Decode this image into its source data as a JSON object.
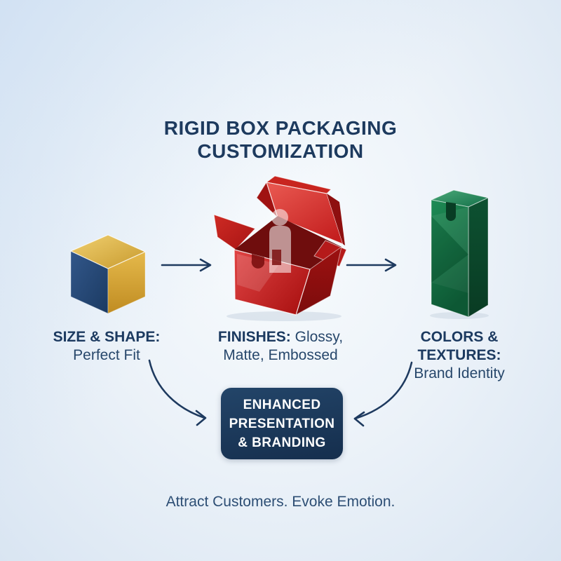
{
  "title": {
    "line1": "RIGID BOX PACKAGING",
    "line2": "CUSTOMIZATION"
  },
  "steps": [
    {
      "icon": "gold-navy-cube",
      "label_bold": "SIZE & SHAPE:",
      "rest_line1": "",
      "rest_line2": "Perfect Fit"
    },
    {
      "icon": "red-open-gift-box",
      "label_bold": "FINISHES:",
      "rest_line1": "Glossy,",
      "rest_line2": "Matte, Embossed"
    },
    {
      "icon": "green-tall-rigid-box",
      "label_bold": "COLORS & TEXTURES:",
      "rest_line1": "",
      "rest_line2": "Brand Identity"
    }
  ],
  "result_box": {
    "line1": "ENHANCED",
    "line2": "PRESENTATION",
    "line3": "& BRANDING"
  },
  "tagline": "Attract Customers. Evoke Emotion.",
  "colors": {
    "navy_text": "#1d3a5e",
    "arrow": "#1e3a5f",
    "red_box": "#c42020",
    "gold": "#d8a83c",
    "cube_navy": "#24476f",
    "green_box": "#15714a",
    "result_bg": "#193456",
    "result_text": "#ffffff",
    "background_center": "#f8fbfd",
    "background_edge": "#d9e5f2"
  }
}
